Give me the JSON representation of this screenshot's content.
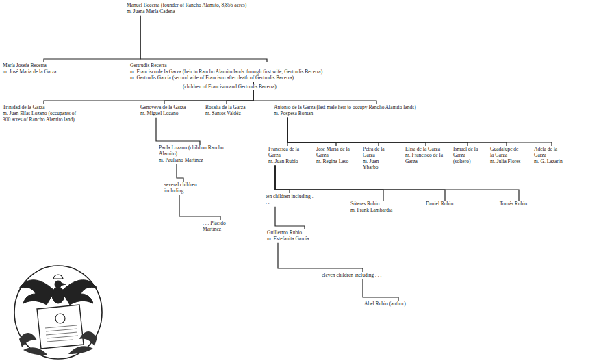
{
  "diagram": {
    "nodes": [
      {
        "text": [
          "Manuel Becerra (founder of Rancho Alamito, 8,856 acres)",
          "m. Juana María Cadena"
        ]
      },
      {
        "text": [
          "María Josefa Becerra",
          "m. José María de la Garza"
        ]
      },
      {
        "text": [
          "Gertrudis Becerra",
          "m. Francisco de la Garza (heir to Rancho Alamito lands through first wife, Gertrudis Becerra)",
          "m. Gertrudis García (second wife of Francisco after death of Gertrudis Becerra)"
        ]
      },
      {
        "text": [
          "Trinidad de la Garza",
          "m. Juan Elías Lozano (occupants of 300 acres of Rancho Alamito land)"
        ]
      },
      {
        "text": [
          "Genoveva de la Garza",
          "m. Miguel Lozano"
        ]
      },
      {
        "text": [
          "Rosalía de la Garza",
          "m. Santos Valdéz"
        ]
      },
      {
        "text": [
          "Antonio de la Garza (last male heir to occupy Rancho Alamito lands)",
          "m. Pospesa Bontan"
        ]
      },
      {
        "text": [
          "Paula Lozano (child on Rancho Alamito)",
          "m. Pauliano Martínez"
        ]
      },
      {
        "text": [
          "several children including . . ."
        ]
      },
      {
        "text": [
          ". . . Plácido Martínez"
        ]
      },
      {
        "text": [
          "Francisca de la Garza",
          "m. Juan Rubio"
        ]
      },
      {
        "text": [
          "José María de la Garza",
          "m. Regina Laso"
        ]
      },
      {
        "text": [
          "Petra de la Garza",
          "m. Juan Ybarbo"
        ]
      },
      {
        "text": [
          "Elisa de la Garza",
          "m. Francisco de la Garza"
        ]
      },
      {
        "text": [
          "Ismael de la Garza",
          "(soltero)"
        ]
      },
      {
        "text": [
          "Guadalupe de la Garza",
          "m. Julia Flores"
        ]
      },
      {
        "text": [
          "Adela de la Garza",
          "m. G. Lazarin"
        ]
      },
      {
        "text": [
          "ten children including . . ."
        ]
      },
      {
        "text": [
          "Sóteras Rubio",
          "m. Frank Lambardia"
        ]
      },
      {
        "text": [
          "Daniel Rubio"
        ]
      },
      {
        "text": [
          "Tomás Rubio"
        ]
      },
      {
        "text": [
          "Guillermo Rubio",
          "m. Estefanita García"
        ]
      },
      {
        "text": [
          "eleven children including . . ."
        ]
      },
      {
        "text": [
          "Abel Rubio (author)"
        ]
      }
    ],
    "edges": [
      {
        "from": 0,
        "to": 1,
        "arrow": "none"
      },
      {
        "from": 0,
        "to": 2,
        "arrow": "none"
      },
      {
        "from": 2,
        "to": 3,
        "arrow": "none"
      },
      {
        "from": 2,
        "to": 4,
        "arrow": "none"
      },
      {
        "from": 2,
        "to": 5,
        "arrow": "none"
      },
      {
        "from": 2,
        "to": 6,
        "arrow": "none"
      },
      {
        "from": 4,
        "to": 7,
        "arrow": "none"
      },
      {
        "from": 7,
        "to": 8,
        "arrow": "none"
      },
      {
        "from": 8,
        "to": 9,
        "arrow": "none"
      },
      {
        "from": 6,
        "to": 10,
        "arrow": "none"
      },
      {
        "from": 6,
        "to": 11,
        "arrow": "none"
      },
      {
        "from": 6,
        "to": 12,
        "arrow": "none"
      },
      {
        "from": 6,
        "to": 13,
        "arrow": "none"
      },
      {
        "from": 6,
        "to": 14,
        "arrow": "none"
      },
      {
        "from": 6,
        "to": 15,
        "arrow": "none"
      },
      {
        "from": 6,
        "to": 16,
        "arrow": "none"
      },
      {
        "from": 10,
        "to": 17,
        "arrow": "none"
      },
      {
        "from": 10,
        "to": 18,
        "arrow": "none"
      },
      {
        "from": 10,
        "to": 19,
        "arrow": "none"
      },
      {
        "from": 10,
        "to": 20,
        "arrow": "none"
      },
      {
        "from": 17,
        "to": 21,
        "arrow": "none"
      },
      {
        "from": 21,
        "to": 22,
        "arrow": "none"
      },
      {
        "from": 22,
        "to": 23,
        "arrow": "none"
      }
    ],
    "labels": [
      "(children of Francisco and Gertrudis Becerra)"
    ]
  }
}
